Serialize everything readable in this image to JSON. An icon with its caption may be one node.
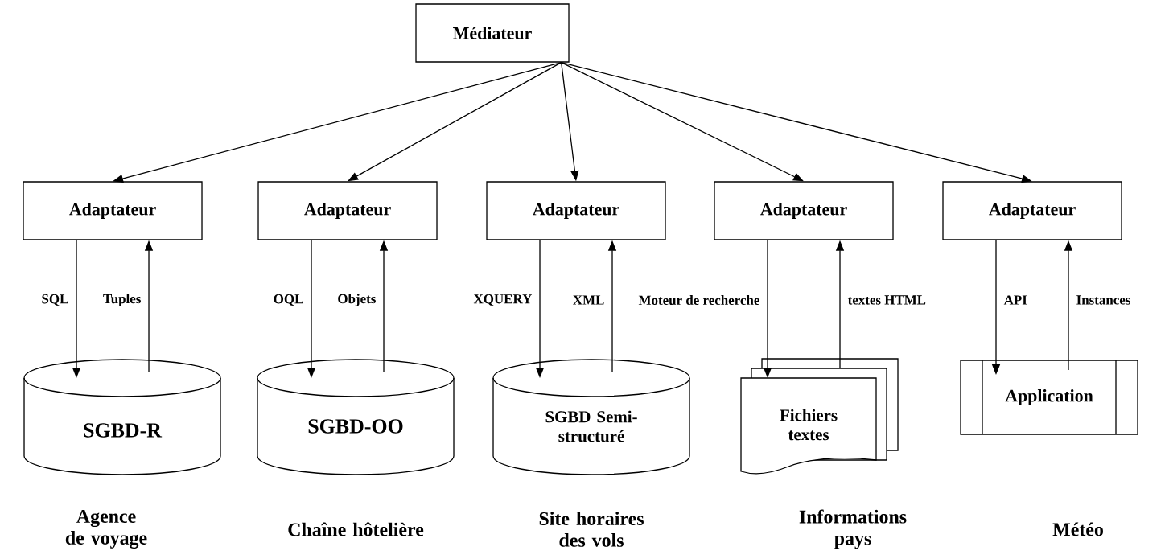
{
  "diagram": {
    "nodes": [
      {
        "text": [
          "Médiateur"
        ]
      },
      {
        "text": [
          "Adaptateur"
        ]
      },
      {
        "text": [
          "Adaptateur"
        ]
      },
      {
        "text": [
          "Adaptateur"
        ]
      },
      {
        "text": [
          "Adaptateur"
        ]
      },
      {
        "text": [
          "Adaptateur"
        ]
      },
      {
        "text": [
          "SGBD-R"
        ]
      },
      {
        "text": [
          "SGBD-OO"
        ]
      },
      {
        "text": [
          "SGBD Semi-structuré"
        ]
      },
      {
        "text": [
          "Fichiers textes"
        ]
      },
      {
        "text": [
          "Application"
        ]
      }
    ],
    "edges": [
      {
        "from": 0,
        "to": 1,
        "arrow": "to"
      },
      {
        "from": 0,
        "to": 2,
        "arrow": "to"
      },
      {
        "from": 0,
        "to": 3,
        "arrow": "to"
      },
      {
        "from": 0,
        "to": 4,
        "arrow": "to"
      },
      {
        "from": 0,
        "to": 5,
        "arrow": "to"
      },
      {
        "from": 1,
        "to": 6,
        "arrow": "to",
        "label": "SQL"
      },
      {
        "from": 6,
        "to": 1,
        "arrow": "to",
        "label": "Tuples"
      },
      {
        "from": 2,
        "to": 7,
        "arrow": "to",
        "label": "OQL"
      },
      {
        "from": 7,
        "to": 2,
        "arrow": "to",
        "label": "Objets"
      },
      {
        "from": 3,
        "to": 8,
        "arrow": "to",
        "label": "XQUERY"
      },
      {
        "from": 8,
        "to": 3,
        "arrow": "to",
        "label": "XML"
      },
      {
        "from": 4,
        "to": 9,
        "arrow": "to",
        "label": "Moteur de recherche"
      },
      {
        "from": 9,
        "to": 4,
        "arrow": "to",
        "label": "textes HTML"
      },
      {
        "from": 5,
        "to": 10,
        "arrow": "to",
        "label": "API"
      },
      {
        "from": 10,
        "to": 5,
        "arrow": "to",
        "label": "Instances"
      }
    ],
    "labels": [
      "Agence de voyage",
      "Chaîne hôtelière",
      "Site horaires des vols",
      "Informations pays",
      "Météo"
    ]
  }
}
